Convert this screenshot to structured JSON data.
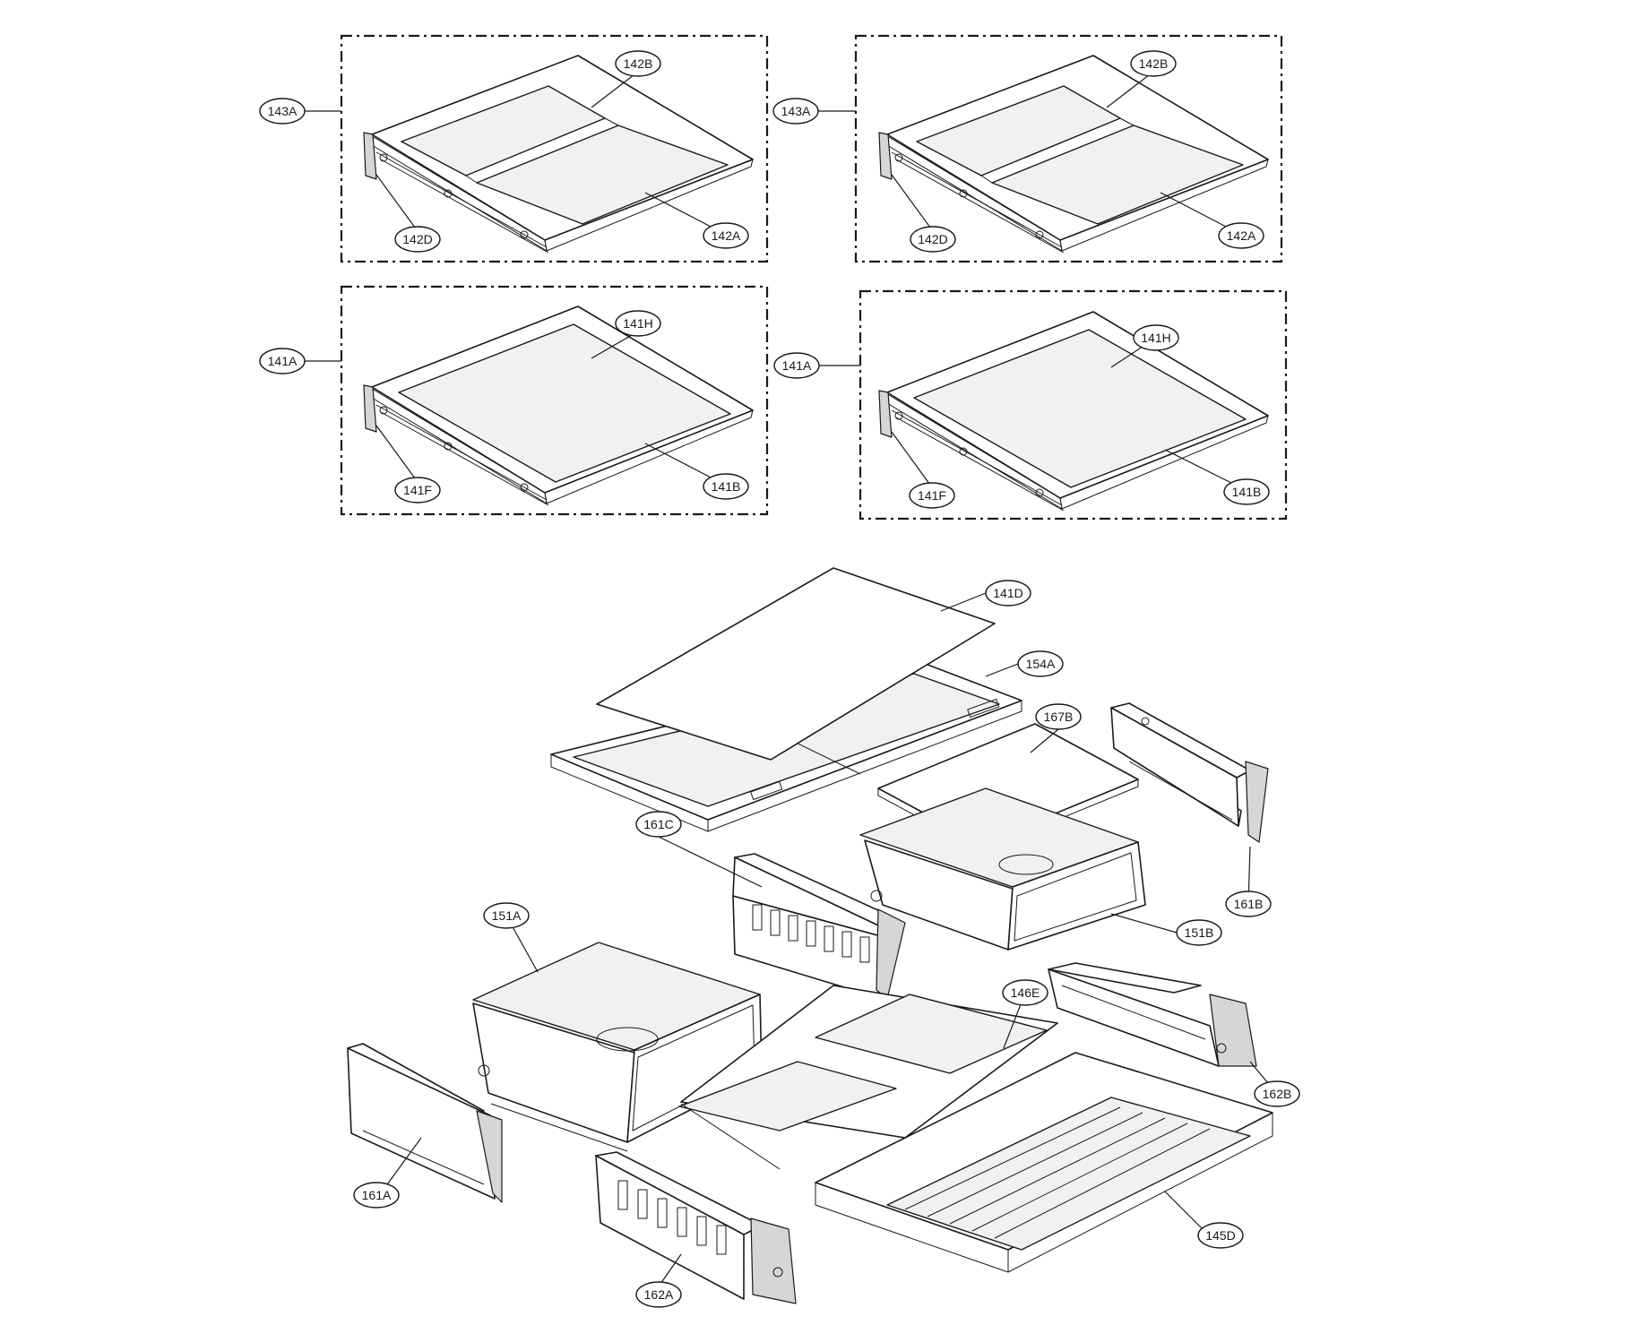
{
  "callouts": {
    "c143A_1": "143A",
    "c142B_1": "142B",
    "c142D_1": "142D",
    "c142A_1": "142A",
    "c143A_2": "143A",
    "c142B_2": "142B",
    "c142D_2": "142D",
    "c142A_2": "142A",
    "c141A_1": "141A",
    "c141H_1": "141H",
    "c141F_1": "141F",
    "c141B_1": "141B",
    "c141A_2": "141A",
    "c141H_2": "141H",
    "c141F_2": "141F",
    "c141B_2": "141B",
    "c141D": "141D",
    "c154A": "154A",
    "c167B": "167B",
    "c161C": "161C",
    "c161B": "161B",
    "c151B": "151B",
    "c151A": "151A",
    "c146E": "146E",
    "c162B": "162B",
    "c161A": "161A",
    "c145D": "145D",
    "c162A": "162A"
  }
}
